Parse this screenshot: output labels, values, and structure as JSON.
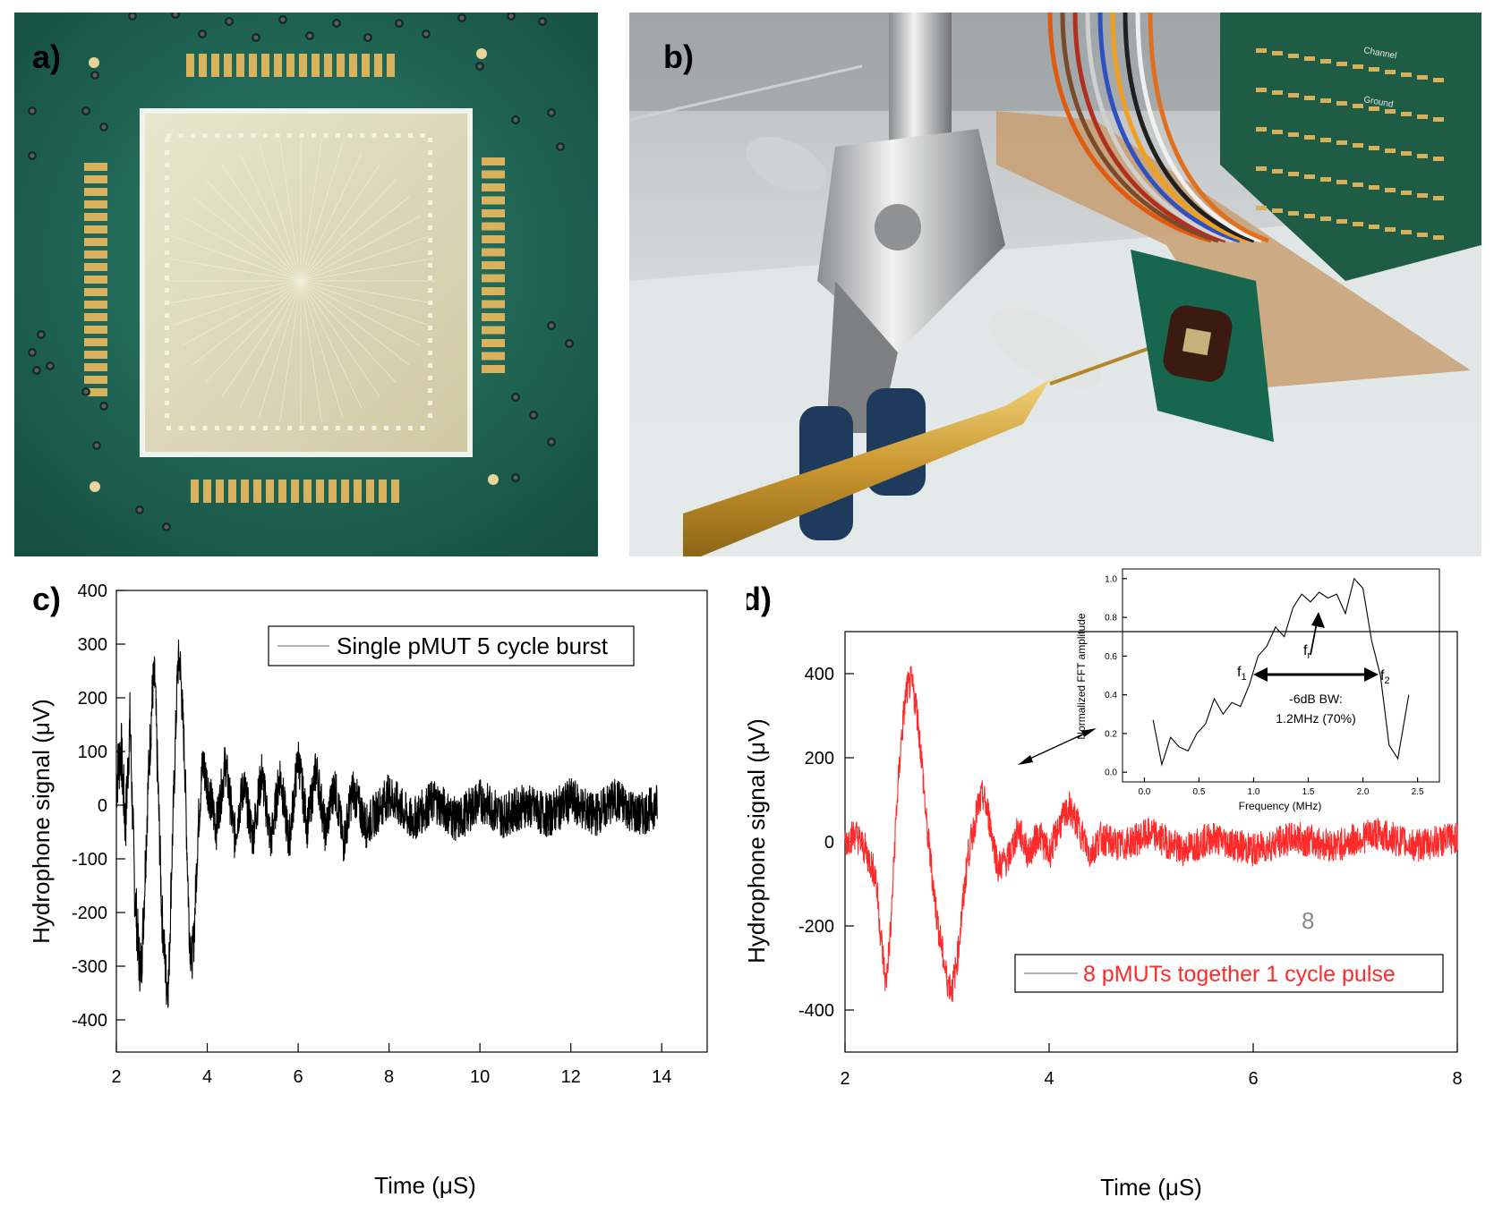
{
  "figure": {
    "panels": [
      {
        "label": "a)"
      },
      {
        "label": "b)"
      },
      {
        "label": "c)"
      },
      {
        "label": "d)"
      }
    ]
  },
  "photo_b_text": {
    "board_text": [
      "Channel",
      "Ground"
    ]
  },
  "colors": {
    "trace_c": "#000000",
    "trace_d": "#ff2a2a",
    "pcb": "#1e6b5a",
    "gold": "#d8b25c"
  },
  "chart_data": [
    {
      "type": "line",
      "panel": "c)",
      "xlabel": "Time (μS)",
      "ylabel": "Hydrophone signal (μV)",
      "xlim": [
        2,
        15
      ],
      "ylim": [
        -460,
        400
      ],
      "xticks": [
        "2",
        "4",
        "6",
        "8",
        "10",
        "12",
        "14"
      ],
      "yticks": [
        "400",
        "300",
        "200",
        "100",
        "0",
        "-100",
        "-200",
        "-300",
        "-400"
      ],
      "xticks_values": [
        2,
        4,
        6,
        8,
        10,
        12,
        14
      ],
      "yticks_values": [
        400,
        300,
        200,
        100,
        0,
        -100,
        -200,
        -300,
        -400
      ],
      "legend": "Single pMUT 5 cycle burst",
      "legend_position": "top-right",
      "series": [
        {
          "name": "Single pMUT 5 cycle burst",
          "color": "#000000",
          "x": [
            2.0,
            2.1,
            2.2,
            2.3,
            2.4,
            2.5,
            2.55,
            2.6,
            2.7,
            2.8,
            2.85,
            2.9,
            3.0,
            3.1,
            3.15,
            3.2,
            3.3,
            3.35,
            3.4,
            3.5,
            3.6,
            3.65,
            3.7,
            3.8,
            3.9,
            4.0,
            4.2,
            4.4,
            4.6,
            4.8,
            5.0,
            5.2,
            5.4,
            5.6,
            5.8,
            6.0,
            6.2,
            6.4,
            6.6,
            6.8,
            7.0,
            7.2,
            7.5,
            8.0,
            8.5,
            9.0,
            9.5,
            10.0,
            10.5,
            11.0,
            11.5,
            12.0,
            12.5,
            13.0,
            13.5,
            13.9
          ],
          "y": [
            40,
            110,
            -40,
            160,
            -150,
            -290,
            -300,
            -200,
            40,
            220,
            230,
            80,
            -200,
            -330,
            -330,
            -160,
            120,
            260,
            270,
            90,
            -220,
            -290,
            -260,
            -40,
            80,
            40,
            -40,
            80,
            -60,
            40,
            -60,
            60,
            -70,
            60,
            -70,
            90,
            -40,
            70,
            -50,
            40,
            -70,
            30,
            -40,
            20,
            -30,
            10,
            -30,
            10,
            -20,
            0,
            -20,
            10,
            -20,
            10,
            -20,
            0
          ]
        }
      ]
    },
    {
      "type": "line",
      "panel": "d)",
      "xlabel": "Time (μS)",
      "ylabel": "Hydrophone signal (μV)",
      "xlim": [
        2,
        8
      ],
      "ylim": [
        -500,
        500
      ],
      "xticks": [
        "2",
        "4",
        "6",
        "8"
      ],
      "yticks": [
        "400",
        "200",
        "0",
        "-200",
        "-400"
      ],
      "xticks_values": [
        2,
        4,
        6,
        8
      ],
      "yticks_values": [
        400,
        200,
        0,
        -200,
        -400
      ],
      "legend": "8 pMUTs together 1 cycle pulse",
      "legend_position": "bottom-right",
      "annotation": "8",
      "series": [
        {
          "name": "8 pMUTs together 1 cycle pulse",
          "color": "#ff2a2a",
          "x": [
            2.0,
            2.1,
            2.2,
            2.3,
            2.35,
            2.4,
            2.45,
            2.5,
            2.55,
            2.6,
            2.65,
            2.7,
            2.75,
            2.8,
            2.9,
            3.0,
            3.05,
            3.1,
            3.2,
            3.3,
            3.35,
            3.4,
            3.5,
            3.6,
            3.7,
            3.8,
            3.9,
            4.0,
            4.1,
            4.2,
            4.3,
            4.4,
            4.5,
            4.7,
            5.0,
            5.3,
            5.6,
            6.0,
            6.4,
            6.8,
            7.2,
            7.6,
            8.0
          ],
          "y": [
            0,
            20,
            -20,
            -80,
            -220,
            -340,
            -200,
            60,
            240,
            360,
            380,
            320,
            200,
            40,
            -180,
            -330,
            -350,
            -280,
            -40,
            80,
            110,
            70,
            -60,
            -40,
            30,
            -30,
            20,
            -30,
            40,
            80,
            30,
            -30,
            10,
            -10,
            20,
            -20,
            10,
            -20,
            10,
            -10,
            20,
            -10,
            10
          ]
        }
      ],
      "inset": {
        "type": "line",
        "xlabel": "Frequency (MHz)",
        "ylabel": "Normalized FFT amplitude",
        "xlim": [
          -0.2,
          2.7
        ],
        "ylim": [
          -0.05,
          1.05
        ],
        "xticks": [
          "0.0",
          "0.5",
          "1.0",
          "1.5",
          "2.0",
          "2.5"
        ],
        "yticks": [
          "1.0",
          "0.8",
          "0.6",
          "0.4",
          "0.2",
          "0.0"
        ],
        "xticks_values": [
          0,
          0.5,
          1,
          1.5,
          2,
          2.5
        ],
        "yticks_values": [
          1,
          0.8,
          0.6,
          0.4,
          0.2,
          0
        ],
        "series": [
          {
            "name": "",
            "color": "#000000",
            "x": [
              0.08,
              0.16,
              0.24,
              0.32,
              0.4,
              0.48,
              0.56,
              0.64,
              0.72,
              0.8,
              0.88,
              0.96,
              1.04,
              1.12,
              1.2,
              1.28,
              1.36,
              1.44,
              1.52,
              1.6,
              1.68,
              1.76,
              1.84,
              1.92,
              2.0,
              2.08,
              2.16,
              2.24,
              2.32,
              2.42
            ],
            "y": [
              0.27,
              0.04,
              0.18,
              0.13,
              0.11,
              0.2,
              0.25,
              0.38,
              0.3,
              0.36,
              0.34,
              0.45,
              0.6,
              0.65,
              0.75,
              0.7,
              0.85,
              0.92,
              0.88,
              0.93,
              0.9,
              0.92,
              0.82,
              1.0,
              0.95,
              0.68,
              0.5,
              0.14,
              0.07,
              0.4
            ]
          }
        ],
        "labels": {
          "f1": "f",
          "f1_sub": "1",
          "f2": "f",
          "f2_sub": "2",
          "fr": "f",
          "fr_sub": "r",
          "bw_line1": "-6dB BW:",
          "bw_line2": "1.2MHz (70%)"
        }
      }
    }
  ]
}
